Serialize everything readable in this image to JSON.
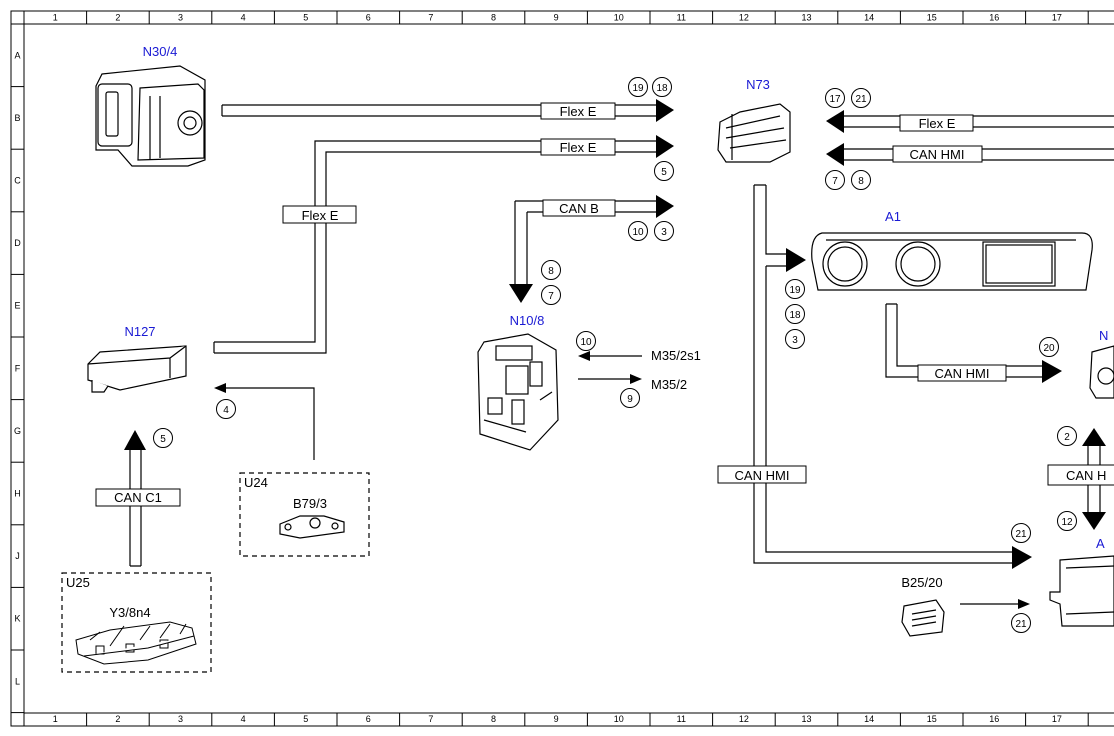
{
  "grid": {
    "columns": [
      "1",
      "2",
      "3",
      "4",
      "5",
      "6",
      "7",
      "8",
      "9",
      "10",
      "11",
      "12",
      "13",
      "14",
      "15",
      "16",
      "17"
    ],
    "rows": [
      "A",
      "B",
      "C",
      "D",
      "E",
      "F",
      "G",
      "H",
      "J",
      "K",
      "L"
    ]
  },
  "components": {
    "n30_4": "N30/4",
    "n73": "N73",
    "a1": "A1",
    "n127": "N127",
    "n10_8": "N10/8",
    "u24": "U24",
    "b79_3": "B79/3",
    "u25": "U25",
    "y3_8n4": "Y3/8n4",
    "b25_20": "B25/20",
    "n_partial": "N",
    "a_partial": "A"
  },
  "bus_labels": {
    "flex_e_top": "Flex E",
    "flex_e_mid": "Flex E",
    "flex_e_vertical": "Flex E",
    "can_b": "CAN B",
    "flex_e_n73": "Flex E",
    "can_hmi_n73": "CAN HMI",
    "can_hmi_a1": "CAN HMI",
    "can_hmi_vertical": "CAN HMI",
    "can_h_partial": "CAN H",
    "can_c1": "CAN C1"
  },
  "signals": {
    "m35_2s1": "M35/2s1",
    "m35_2": "M35/2"
  },
  "callouts": {
    "c19_top": "19",
    "c18_top": "18",
    "c5_top": "5",
    "c10_canb": "10",
    "c3_canb": "3",
    "c17": "17",
    "c21_top": "21",
    "c7_n73": "7",
    "c8_n73": "8",
    "c8_n108": "8",
    "c7_n108": "7",
    "c10_m35": "10",
    "c9_m35": "9",
    "c19_a1": "19",
    "c18_a1": "18",
    "c3_a1": "3",
    "c20": "20",
    "c2": "2",
    "c12": "12",
    "c21_mid": "21",
    "c21_b25": "21",
    "c4": "4",
    "c5_n127": "5"
  }
}
